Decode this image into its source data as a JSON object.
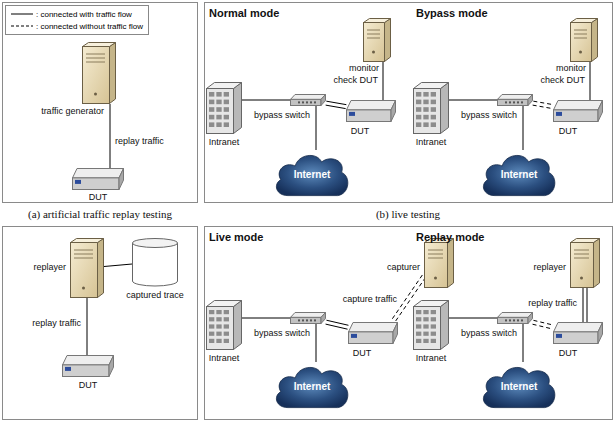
{
  "diagram": {
    "nodes": [
      {
        "text": [
          "traffic generator"
        ]
      },
      {
        "text": [
          "DUT"
        ]
      },
      {
        "text": [
          "monitor"
        ]
      },
      {
        "text": [
          "Intranet"
        ]
      },
      {
        "text": [
          "bypass switch"
        ]
      },
      {
        "text": [
          "DUT"
        ]
      },
      {
        "text": [
          "Internet"
        ]
      },
      {
        "text": [
          "monitor"
        ]
      },
      {
        "text": [
          "Intranet"
        ]
      },
      {
        "text": [
          "bypass switch"
        ]
      },
      {
        "text": [
          "DUT"
        ]
      },
      {
        "text": [
          "Internet"
        ]
      },
      {
        "text": [
          "replayer"
        ]
      },
      {
        "text": [
          "captured trace"
        ]
      },
      {
        "text": [
          "DUT"
        ]
      },
      {
        "text": [
          "capturer"
        ]
      },
      {
        "text": [
          "Intranet"
        ]
      },
      {
        "text": [
          "bypass switch"
        ]
      },
      {
        "text": [
          "DUT"
        ]
      },
      {
        "text": [
          "Internet"
        ]
      },
      {
        "text": [
          "replayer"
        ]
      },
      {
        "text": [
          "Intranet"
        ]
      },
      {
        "text": [
          "bypass switch"
        ]
      },
      {
        "text": [
          "DUT"
        ]
      },
      {
        "text": [
          "Internet"
        ]
      }
    ],
    "edges": [
      {
        "from": 0,
        "to": 1,
        "label": "replay traffic",
        "arrow": "none"
      },
      {
        "from": 3,
        "to": 4,
        "arrow": "none"
      },
      {
        "from": 4,
        "to": 5,
        "arrow": "none"
      },
      {
        "from": 4,
        "to": 6,
        "arrow": "none"
      },
      {
        "from": 2,
        "to": 5,
        "label": "check DUT",
        "arrow": "none"
      },
      {
        "from": 8,
        "to": 9,
        "arrow": "none"
      },
      {
        "from": 9,
        "to": 10,
        "arrow": "none"
      },
      {
        "from": 9,
        "to": 11,
        "arrow": "none"
      },
      {
        "from": 7,
        "to": 10,
        "label": "check DUT",
        "arrow": "none"
      },
      {
        "from": 12,
        "to": 13,
        "arrow": "none"
      },
      {
        "from": 12,
        "to": 14,
        "label": "replay traffic",
        "arrow": "none"
      },
      {
        "from": 16,
        "to": 17,
        "arrow": "none"
      },
      {
        "from": 17,
        "to": 18,
        "arrow": "none"
      },
      {
        "from": 17,
        "to": 19,
        "arrow": "none"
      },
      {
        "from": 15,
        "to": 18,
        "label": "capture traffic",
        "arrow": "none"
      },
      {
        "from": 21,
        "to": 22,
        "arrow": "none"
      },
      {
        "from": 22,
        "to": 23,
        "arrow": "none"
      },
      {
        "from": 22,
        "to": 24,
        "arrow": "none"
      },
      {
        "from": 20,
        "to": 23,
        "label": "replay traffic",
        "arrow": "none"
      }
    ],
    "labels": [
      "Normal mode",
      "Bypass mode",
      "(a) artificial traffic replay testing",
      "(b) live testing",
      "Live mode",
      "Replay mode"
    ],
    "legend": [
      {
        "text": ": connected with traffic flow"
      },
      {
        "text": ": connected without traffic flow"
      }
    ]
  }
}
